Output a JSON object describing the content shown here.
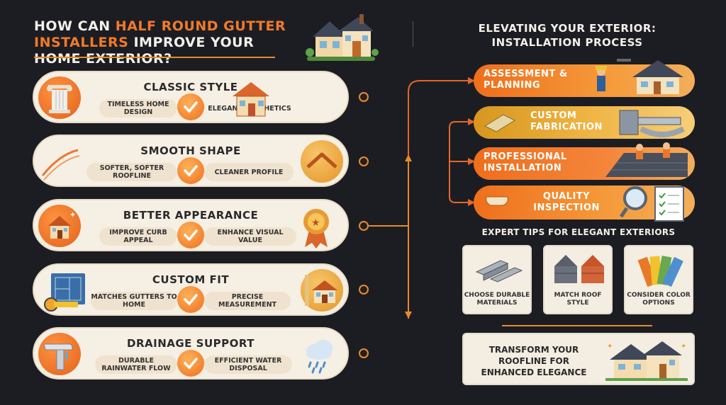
{
  "header": {
    "title_pre": "How can ",
    "title_highlight": "Half Round Gutter Installers",
    "title_post": " improve your home exterior?"
  },
  "benefits": [
    {
      "title": "CLASSIC STYLE",
      "left": "TIMELESS HOME DESIGN",
      "right": "ELEGANT AESTHETICS",
      "left_icon": "column-icon",
      "right_icon": "house-icon"
    },
    {
      "title": "SMOOTH SHAPE",
      "left": "SOFTER, SOFTER ROOFLINE",
      "right": "CLEANER PROFILE",
      "left_icon": "curve-icon",
      "right_icon": "roofline-icon"
    },
    {
      "title": "BETTER APPEARANCE",
      "left": "IMPROVE CURB APPEAL",
      "right": "ENHANCE VISUAL VALUE",
      "left_icon": "sparkle-house-icon",
      "right_icon": "award-badge-icon"
    },
    {
      "title": "CUSTOM FIT",
      "left": "MATCHES GUTTERS TO HOME",
      "right": "PRECISE MEASUREMENT",
      "left_icon": "blueprint-icon",
      "right_icon": "ruler-house-icon"
    },
    {
      "title": "DRAINAGE SUPPORT",
      "left": "DURABLE RAINWATER FLOW",
      "right": "EFFICIENT WATER DISPOSAL",
      "left_icon": "gutter-downspout-icon",
      "right_icon": "rain-cloud-icon"
    }
  ],
  "process": {
    "title": "ELEVATING YOUR EXTERIOR: INSTALLATION PROCESS",
    "steps": [
      {
        "label": "ASSESSMENT & PLANNING",
        "icon": "inspector-house-icon"
      },
      {
        "label": "CUSTOM FABRICATION",
        "icon": "machine-icon"
      },
      {
        "label": "PROFESSIONAL INSTALLATION",
        "icon": "roof-workers-icon"
      },
      {
        "label": "QUALITY INSPECTION",
        "icon": "magnifier-checklist-icon"
      }
    ]
  },
  "tips": {
    "title": "EXPERT TIPS FOR ELEGANT EXTERIORS",
    "items": [
      {
        "label": "CHOOSE DURABLE MATERIALS",
        "icon": "metal-beams-icon"
      },
      {
        "label": "MATCH ROOF STYLE",
        "icon": "roof-shingles-icon"
      },
      {
        "label": "CONSIDER COLOR OPTIONS",
        "icon": "color-swatch-icon"
      }
    ]
  },
  "closing": {
    "text": "TRANSFORM YOUR ROOFLINE FOR ENHANCED ELEGANCE",
    "icon": "house-icon"
  },
  "colors": {
    "background": "#1c1d22",
    "accent": "#e58a2c",
    "orange": "#ef6e1c",
    "card": "#f6efe3"
  }
}
